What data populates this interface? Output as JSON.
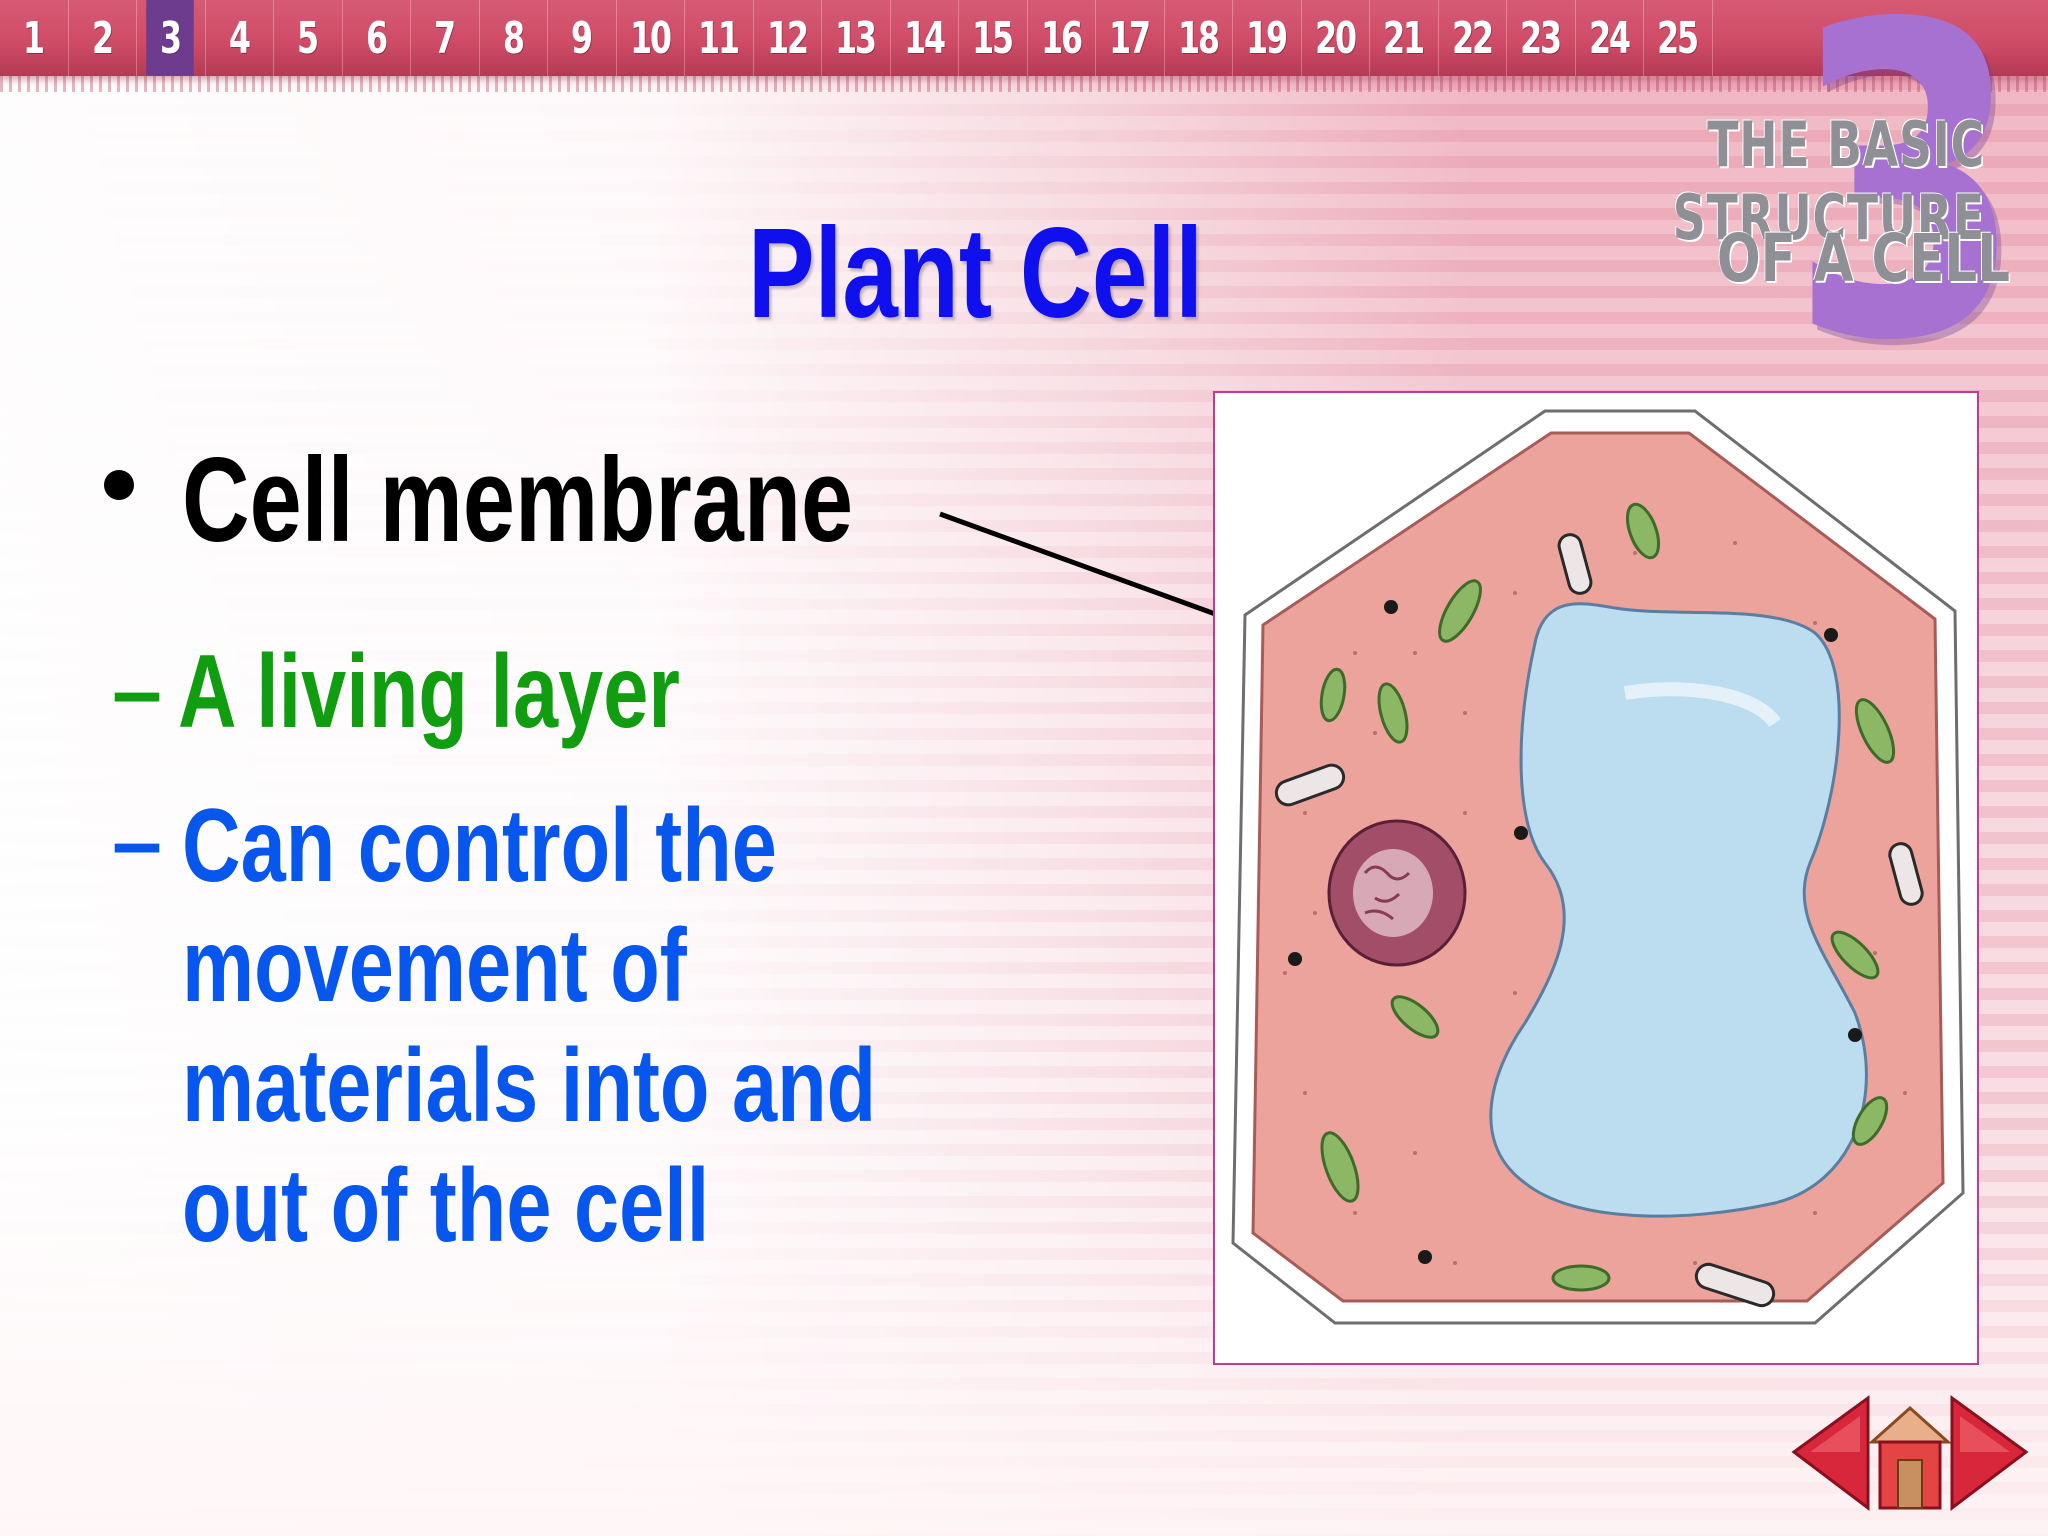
{
  "slide_nav": {
    "numbers": [
      "1",
      "2",
      "3",
      "4",
      "5",
      "6",
      "7",
      "8",
      "9",
      "10",
      "11",
      "12",
      "13",
      "14",
      "15",
      "16",
      "17",
      "18",
      "19",
      "20",
      "21",
      "22",
      "23",
      "24",
      "25"
    ],
    "active": "3"
  },
  "chapter": {
    "numeral": "3",
    "title_line1": "THE BASIC STRUCTURE",
    "title_line2": "OF A CELL"
  },
  "slide": {
    "title": "Plant Cell",
    "bullet": "Cell membrane",
    "subpoints": [
      {
        "dash": "–",
        "text": "A living layer",
        "color": "#109e10"
      },
      {
        "dash": "–",
        "lines": [
          "Can control the",
          "movement of",
          "materials into and",
          "out of the cell"
        ],
        "color": "#0757ef"
      }
    ]
  },
  "diagram": {
    "subject": "plant cell",
    "colors": {
      "cell_wall": "#ffffff",
      "cytoplasm": "#e89c94",
      "vacuole": "#b9daf0",
      "nucleus": "#9a4a62",
      "chloroplast": "#7ea85a"
    }
  },
  "bottom_nav": {
    "prev_icon": "arrow-left-icon",
    "home_icon": "home-icon",
    "next_icon": "arrow-right-icon"
  }
}
